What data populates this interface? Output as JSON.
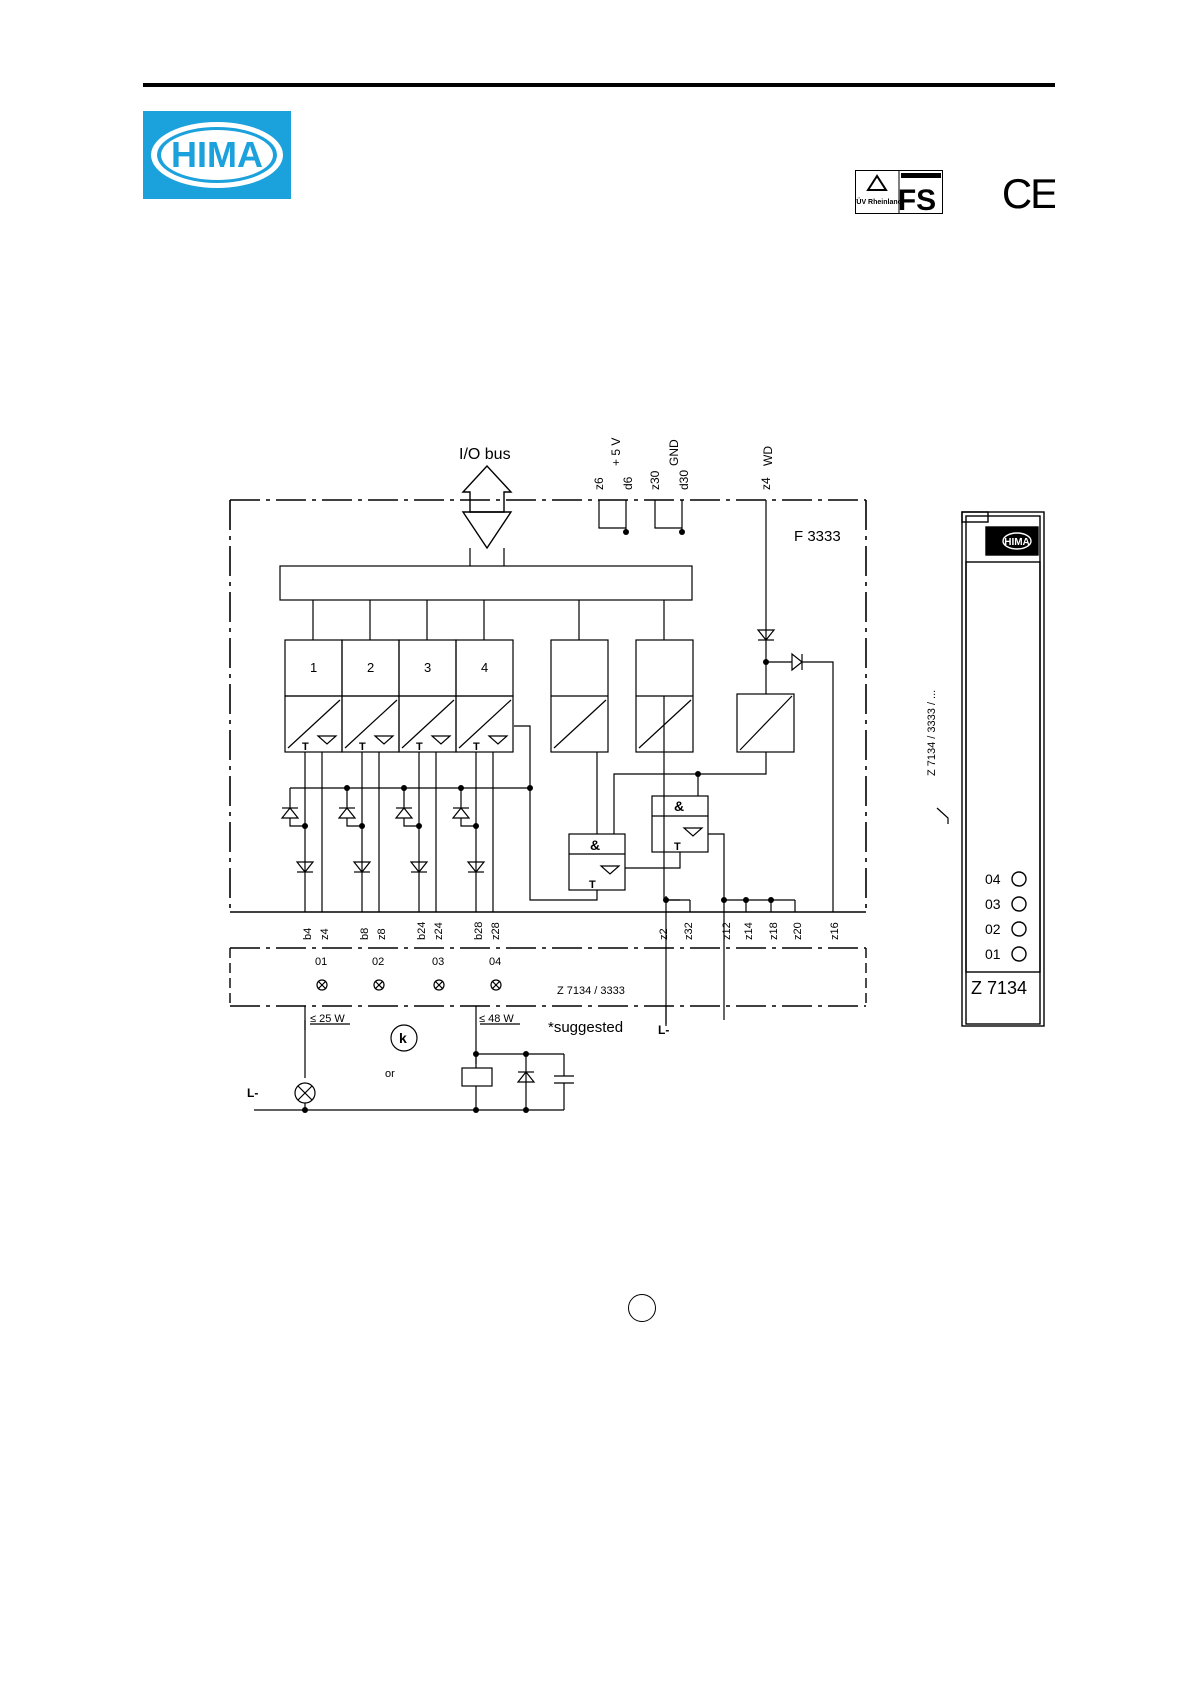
{
  "header": {
    "logo_text": "HIMA",
    "tuv_text": "TÜV Rheinland",
    "fs_text": "FS",
    "ce_text": "CE"
  },
  "diagram": {
    "io_bus": "I/O bus",
    "plus5v": "+ 5 V",
    "gnd": "GND",
    "wd": "WD",
    "top_pins": [
      "z6",
      "d6",
      "z30",
      "d30",
      "z4"
    ],
    "module_name": "F 3333",
    "channels": [
      "1",
      "2",
      "3",
      "4"
    ],
    "and_label": "&",
    "t_label": "T",
    "bottom_pins": [
      "b4",
      "z4",
      "b8",
      "z8",
      "b24",
      "z24",
      "b28",
      "z28",
      "z2",
      "z32",
      "z12",
      "z14",
      "z18",
      "z20",
      "z16"
    ],
    "lamp_labels": [
      "01",
      "02",
      "03",
      "04"
    ],
    "cable_label": "Z 7134 / 3333",
    "power_25w": "≤ 25 W",
    "power_48w": "≤ 48 W",
    "k_label": "k",
    "or_label": "or",
    "suggested": "*suggested",
    "l_minus": "L-",
    "side_cable_label": "Z 7134 / 3333 / ...",
    "front_logo": "HIMA",
    "front_leds": [
      "04",
      "03",
      "02",
      "01"
    ],
    "front_name": "Z 7134"
  }
}
